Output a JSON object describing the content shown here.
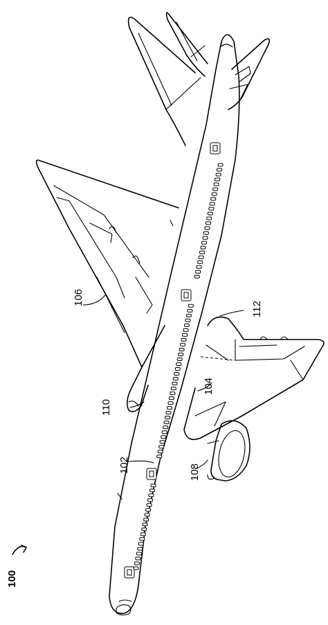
{
  "figure_label": "100",
  "labels": {
    "fuselage": "102",
    "right_wing": "104",
    "left_wing": "106",
    "right_engine": "108",
    "left_engine": "110",
    "wing_root": "112"
  }
}
